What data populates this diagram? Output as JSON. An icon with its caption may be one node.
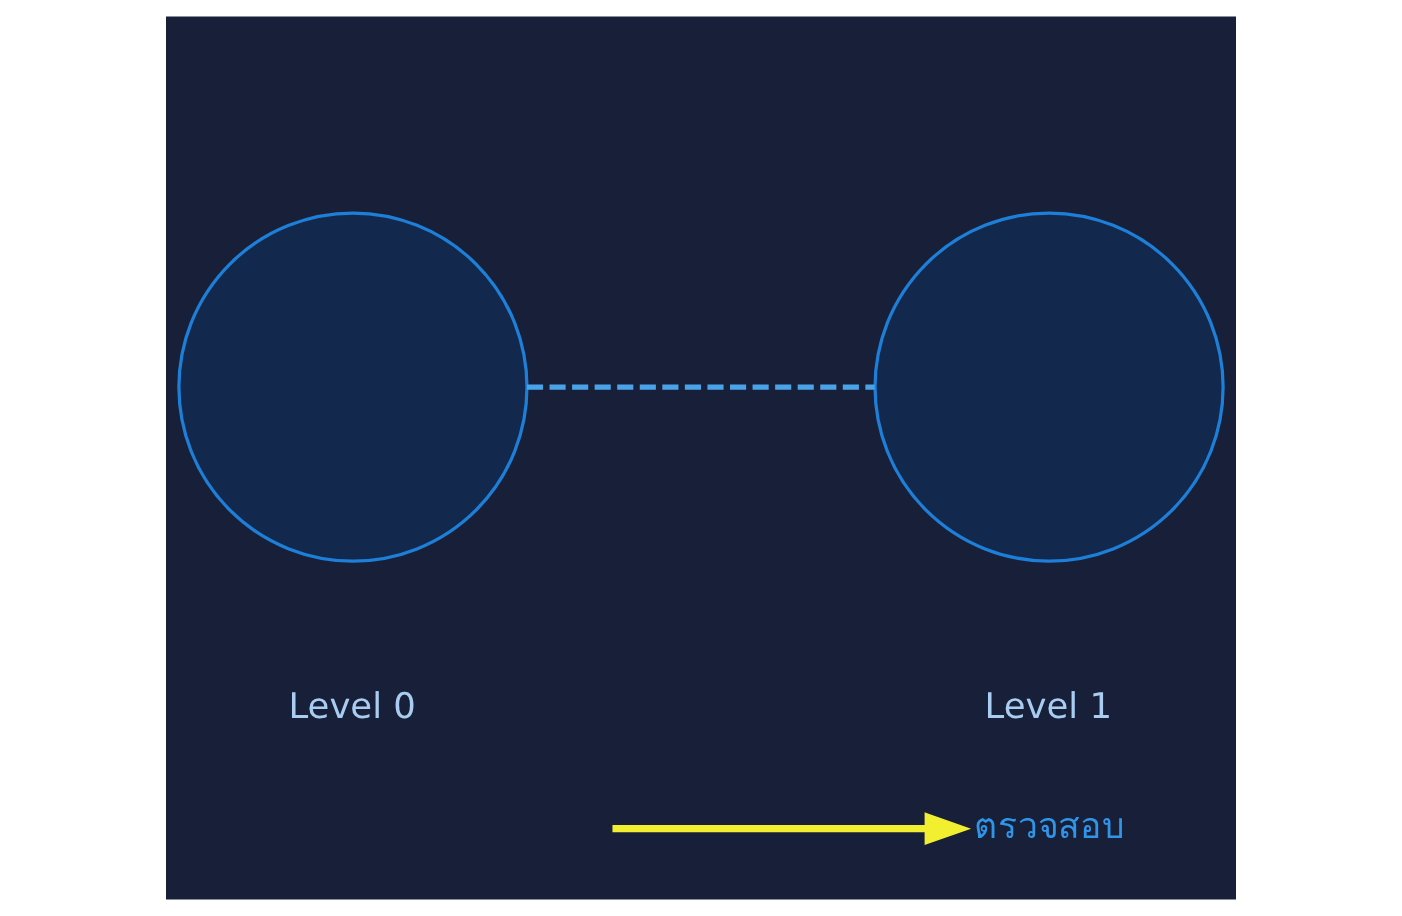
{
  "diagram": {
    "nodes": [
      {
        "text": [],
        "shape": "circle",
        "beside": [
          "Level 0"
        ]
      },
      {
        "text": [],
        "shape": "circle",
        "beside": [
          "Level 1"
        ]
      },
      {
        "text": [
          "ตรวจสอบ"
        ]
      }
    ],
    "edges": [
      {
        "from": 0,
        "to": 1,
        "arrow": "none",
        "style": "dashed"
      },
      {
        "from": null,
        "to": 2,
        "arrow": "to",
        "color": "#f2ee30"
      }
    ]
  }
}
